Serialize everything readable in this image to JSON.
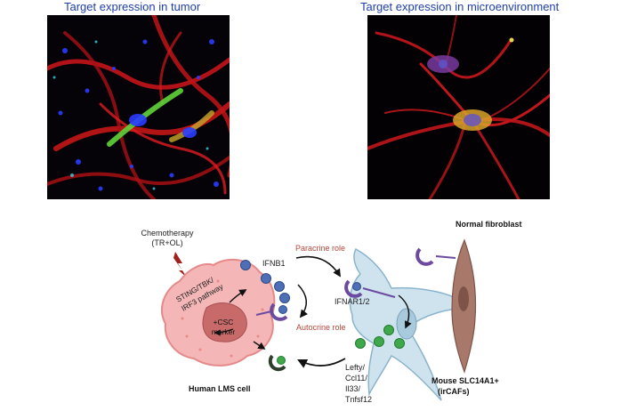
{
  "panels": {
    "left_title": "Target expression in tumor",
    "right_title": "Target expression in microenvironment"
  },
  "diagram": {
    "chemo": [
      "Chemotherapy",
      "(TR+OL)"
    ],
    "pathway": [
      "STING/TBK/",
      "IRF3 pathway"
    ],
    "ifnb1": "IFNB1",
    "paracrine": "Paracrine role",
    "autocrine": "Autocrine role",
    "ifnar": "IFNAR1/2",
    "csc": [
      "+CSC",
      "marker"
    ],
    "tumor_cell": "Human LMS cell",
    "fibroblast": "Normal fibroblast",
    "mouse_cell": [
      "Mouse SLC14A1+",
      "(irCAFs)"
    ],
    "factors": [
      "Lefty/",
      "Ccl11/",
      "Il33/",
      "Tnfsf12"
    ]
  },
  "colors": {
    "title_blue": "#1f3fa8",
    "role_red": "#b5473a",
    "tumor_pink": "#f4b6b6",
    "caf_blue": "#cfe3ef",
    "fibroblast_brown": "#a8796a",
    "ligand_blue": "#4e6fb5",
    "factor_green": "#3ea84a"
  }
}
